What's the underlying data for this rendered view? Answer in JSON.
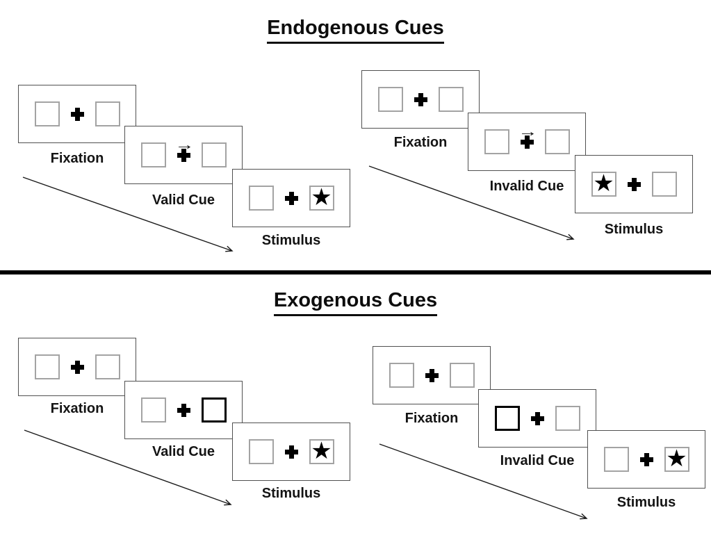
{
  "page": {
    "background": "#ffffff",
    "divider_color": "#000000"
  },
  "colors": {
    "panel_border": "#505050",
    "box_border": "#a3a3a3",
    "cued_box_border": "#000000",
    "symbol_color": "#000000"
  },
  "icons": {
    "fixation_cross": "plus",
    "cue_arrow": "right-arrow",
    "stimulus_star": "star"
  },
  "sections": [
    {
      "id": "endogenous",
      "title": "Endogenous Cues",
      "sequences": [
        {
          "id": "endogenous-valid",
          "panels": [
            {
              "label": "Fixation",
              "cue_arrow": "",
              "boxes": [
                {
                  "variant": "plain",
                  "symbol": ""
                },
                {
                  "variant": "plain",
                  "symbol": ""
                }
              ]
            },
            {
              "label": "Valid Cue",
              "cue_arrow": "→",
              "boxes": [
                {
                  "variant": "plain",
                  "symbol": ""
                },
                {
                  "variant": "plain",
                  "symbol": ""
                }
              ]
            },
            {
              "label": "Stimulus",
              "cue_arrow": "",
              "boxes": [
                {
                  "variant": "plain",
                  "symbol": ""
                },
                {
                  "variant": "plain",
                  "symbol": "★"
                }
              ]
            }
          ]
        },
        {
          "id": "endogenous-invalid",
          "panels": [
            {
              "label": "Fixation",
              "cue_arrow": "",
              "boxes": [
                {
                  "variant": "plain",
                  "symbol": ""
                },
                {
                  "variant": "plain",
                  "symbol": ""
                }
              ]
            },
            {
              "label": "Invalid Cue",
              "cue_arrow": "→",
              "boxes": [
                {
                  "variant": "plain",
                  "symbol": ""
                },
                {
                  "variant": "plain",
                  "symbol": ""
                }
              ]
            },
            {
              "label": "Stimulus",
              "cue_arrow": "",
              "boxes": [
                {
                  "variant": "plain",
                  "symbol": "★"
                },
                {
                  "variant": "plain",
                  "symbol": ""
                }
              ]
            }
          ]
        }
      ]
    },
    {
      "id": "exogenous",
      "title": "Exogenous Cues",
      "sequences": [
        {
          "id": "exogenous-valid",
          "panels": [
            {
              "label": "Fixation",
              "cue_arrow": "",
              "boxes": [
                {
                  "variant": "plain",
                  "symbol": ""
                },
                {
                  "variant": "plain",
                  "symbol": ""
                }
              ]
            },
            {
              "label": "Valid Cue",
              "cue_arrow": "",
              "boxes": [
                {
                  "variant": "plain",
                  "symbol": ""
                },
                {
                  "variant": "cued",
                  "symbol": ""
                }
              ]
            },
            {
              "label": "Stimulus",
              "cue_arrow": "",
              "boxes": [
                {
                  "variant": "plain",
                  "symbol": ""
                },
                {
                  "variant": "plain",
                  "symbol": "★"
                }
              ]
            }
          ]
        },
        {
          "id": "exogenous-invalid",
          "panels": [
            {
              "label": "Fixation",
              "cue_arrow": "",
              "boxes": [
                {
                  "variant": "plain",
                  "symbol": ""
                },
                {
                  "variant": "plain",
                  "symbol": ""
                }
              ]
            },
            {
              "label": "Invalid Cue",
              "cue_arrow": "",
              "boxes": [
                {
                  "variant": "cued",
                  "symbol": ""
                },
                {
                  "variant": "plain",
                  "symbol": ""
                }
              ]
            },
            {
              "label": "Stimulus",
              "cue_arrow": "",
              "boxes": [
                {
                  "variant": "plain",
                  "symbol": ""
                },
                {
                  "variant": "plain",
                  "symbol": "★"
                }
              ]
            }
          ]
        }
      ]
    }
  ]
}
